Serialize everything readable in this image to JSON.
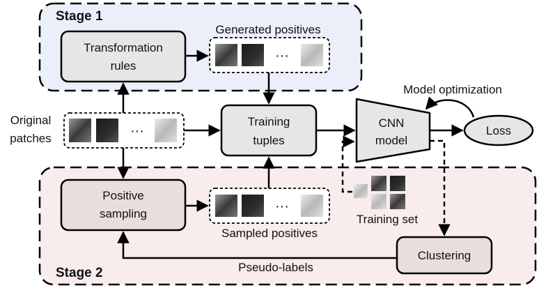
{
  "stage1": {
    "title": "Stage 1",
    "fill": "#eaeff9"
  },
  "stage2": {
    "title": "Stage 2",
    "fill": "#f8ecec"
  },
  "boxes": {
    "transformation": {
      "line1": "Transformation",
      "line2": "rules"
    },
    "training_tuples": {
      "line1": "Training",
      "line2": "tuples"
    },
    "cnn": {
      "line1": "CNN",
      "line2": "model"
    },
    "loss": {
      "label": "Loss"
    },
    "positive_sampling": {
      "line1": "Positive",
      "line2": "sampling"
    },
    "clustering": {
      "label": "Clustering"
    }
  },
  "labels": {
    "generated_positives": "Generated positives",
    "original_line1": "Original",
    "original_line2": "patches",
    "ellipsis": "···",
    "model_optimization": "Model optimization",
    "training_set": "Training set",
    "sampled_positives": "Sampled positives",
    "pseudo_labels": "Pseudo-labels"
  },
  "colors": {
    "box_gray": "#e6e6e6",
    "box_pink": "#e9dede",
    "box_white": "#ffffff",
    "line": "#000000"
  }
}
